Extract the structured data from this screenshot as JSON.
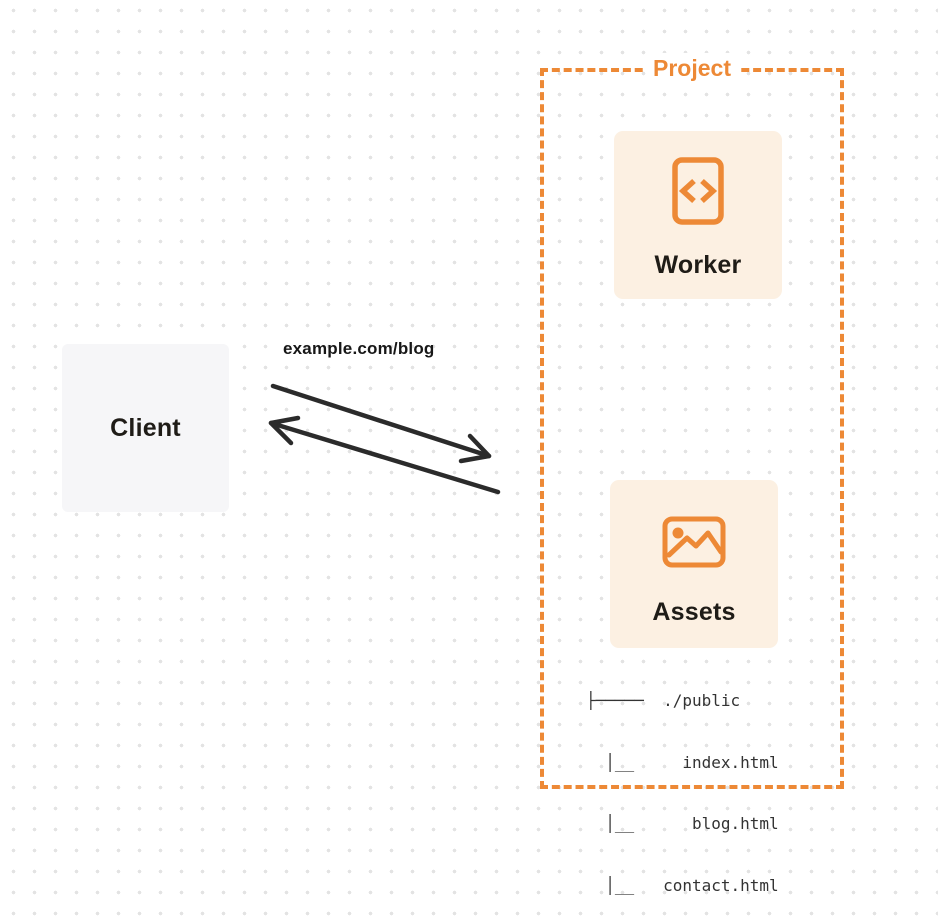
{
  "colors": {
    "accent_orange": "#ED8936",
    "card_cream": "#FCF0E2",
    "client_gray": "#F6F6F8",
    "ink": "#1F1C17",
    "arrow_ink": "#2B2B2B",
    "tree_ink": "#333333",
    "dot_grid": "#E3E3E3"
  },
  "client": {
    "label": "Client"
  },
  "request": {
    "url_label": "example.com/blog"
  },
  "project": {
    "label": "Project",
    "worker": {
      "label": "Worker",
      "icon": "code-file-icon"
    },
    "assets": {
      "label": "Assets",
      "icon": "image-icon"
    },
    "file_tree": {
      "lines": [
        "├─────  ./public",
        "  │__     index.html",
        "  │__      blog.html",
        "  │__   contact.html"
      ]
    }
  }
}
